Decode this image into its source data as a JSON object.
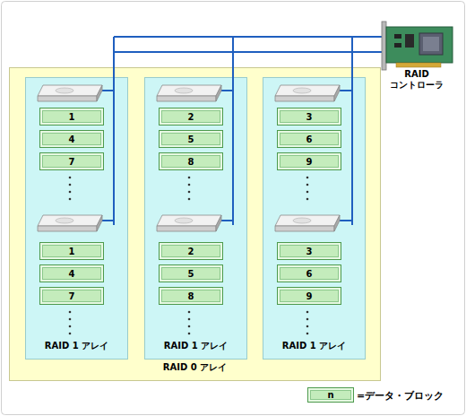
{
  "diagram": {
    "nodes": [
      {
        "text": [
          "RAID 0 アレイ"
        ]
      },
      {
        "text": [
          "RAID 1 アレイ"
        ],
        "in": 0
      },
      {
        "text": [
          "1"
        ],
        "in": 1
      },
      {
        "text": [
          "4"
        ],
        "in": 1
      },
      {
        "text": [
          "7"
        ],
        "in": 1
      },
      {
        "text": [
          "1"
        ],
        "in": 1
      },
      {
        "text": [
          "4"
        ],
        "in": 1
      },
      {
        "text": [
          "7"
        ],
        "in": 1
      },
      {
        "text": [
          "RAID 1 アレイ"
        ],
        "in": 0
      },
      {
        "text": [
          "2"
        ],
        "in": 8
      },
      {
        "text": [
          "5"
        ],
        "in": 8
      },
      {
        "text": [
          "8"
        ],
        "in": 8
      },
      {
        "text": [
          "2"
        ],
        "in": 8
      },
      {
        "text": [
          "5"
        ],
        "in": 8
      },
      {
        "text": [
          "8"
        ],
        "in": 8
      },
      {
        "text": [
          "RAID 1 アレイ"
        ],
        "in": 0
      },
      {
        "text": [
          "3"
        ],
        "in": 15
      },
      {
        "text": [
          "6"
        ],
        "in": 15
      },
      {
        "text": [
          "9"
        ],
        "in": 15
      },
      {
        "text": [
          "3"
        ],
        "in": 15
      },
      {
        "text": [
          "6"
        ],
        "in": 15
      },
      {
        "text": [
          "9"
        ],
        "in": 15
      }
    ],
    "labels": [
      "RAID コントローラ",
      "n"
    ],
    "legend": [
      {
        "text": "=データ・ブロック",
        "color": "#c4ecbc"
      }
    ]
  }
}
